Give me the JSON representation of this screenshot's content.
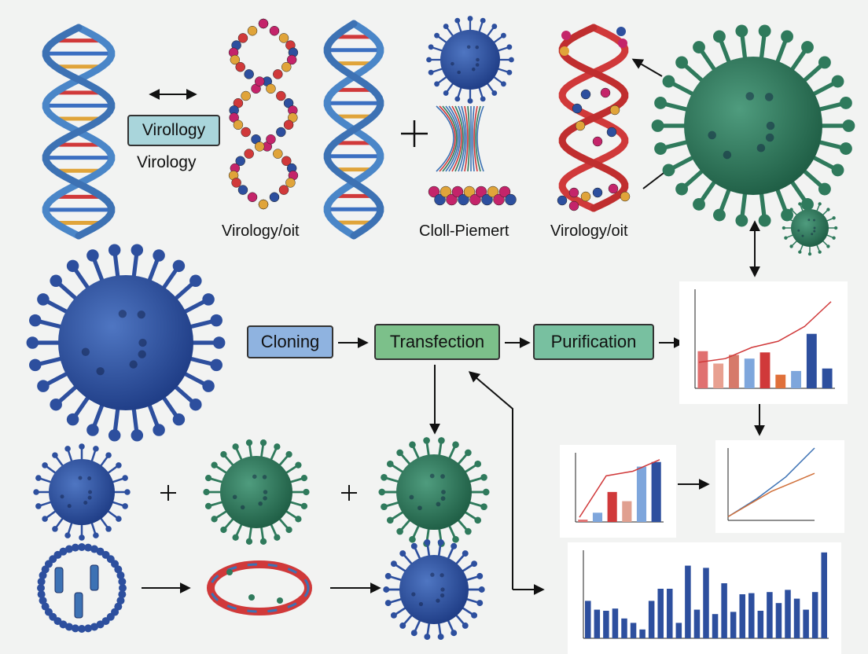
{
  "labels": {
    "virology_box": "Virollogy",
    "virology_caption": "Virology",
    "dna_caption_1": "Virology/oit",
    "dna_caption_2": "Cloll-Piemert",
    "dna_caption_3": "Virology/oit"
  },
  "process": {
    "step_1": "Cloning",
    "step_2": "Transfection",
    "step_3": "Purification"
  },
  "colors": {
    "blue_virus": "#2d4f9e",
    "green_virus": "#2f7a5c",
    "helix_blue": "#4a86c8",
    "helix_red": "#d0393a",
    "box_blue": "#8fb3e0",
    "box_green": "#7cc08a",
    "box_teal": "#78c0a0",
    "box_virology": "#a9d5db"
  },
  "chart_data": [
    {
      "type": "bar",
      "title": "",
      "values": [
        150,
        100,
        135,
        120,
        145,
        55,
        70,
        220,
        80
      ],
      "line_values": [
        105,
        120,
        165,
        190,
        250,
        350
      ],
      "ylim": [
        0,
        400
      ]
    },
    {
      "type": "bar",
      "title": "",
      "values": [
        10,
        40,
        130,
        90,
        240,
        260
      ],
      "line_values": [
        20,
        200,
        220,
        270
      ],
      "ylim": [
        0,
        300
      ]
    },
    {
      "type": "line",
      "title": "",
      "series_1": [
        5,
        30,
        60,
        100
      ],
      "series_2": [
        5,
        40,
        65
      ],
      "xlim": [
        0,
        10
      ],
      "ylim": [
        0,
        100
      ]
    },
    {
      "type": "bar",
      "title": "",
      "values": [
        170,
        130,
        125,
        135,
        90,
        70,
        40,
        170,
        225,
        225,
        70,
        330,
        130,
        320,
        110,
        250,
        120,
        200,
        205,
        125,
        210,
        160,
        220,
        180,
        130,
        210,
        390
      ],
      "ylim": [
        0,
        400
      ]
    }
  ]
}
